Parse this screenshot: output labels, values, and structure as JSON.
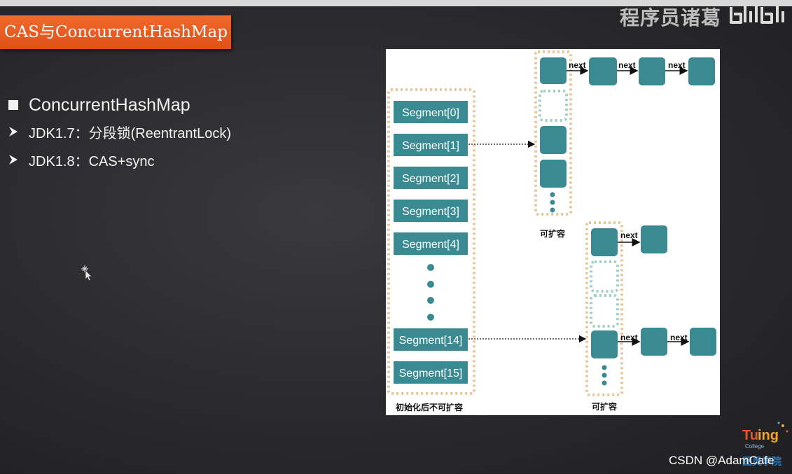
{
  "slide": {
    "title": "CAS与ConcurrentHashMap",
    "bullets": {
      "main": "ConcurrentHashMap",
      "sub1": "JDK1.7：分段锁(ReentrantLock)",
      "sub2": "JDK1.8：CAS+sync"
    }
  },
  "diagram": {
    "segments": [
      "Segment[0]",
      "Segment[1]",
      "Segment[2]",
      "Segment[3]",
      "Segment[4]",
      "Segment[14]",
      "Segment[15]"
    ],
    "next_label": "next",
    "caption_segments": "初始化后不可扩容",
    "caption_expand_top": "可扩容",
    "caption_expand_bottom": "可扩容",
    "colors": {
      "node": "#3a8a92",
      "dashed_border": "#e8c79a",
      "empty_dashed": "#9fd0c4"
    }
  },
  "watermarks": {
    "top_right_text": "程序员诸葛",
    "top_right_logo": "bilibili",
    "tuling_brand": "Tuling College",
    "csdn": "CSDN @AdamCafe"
  }
}
